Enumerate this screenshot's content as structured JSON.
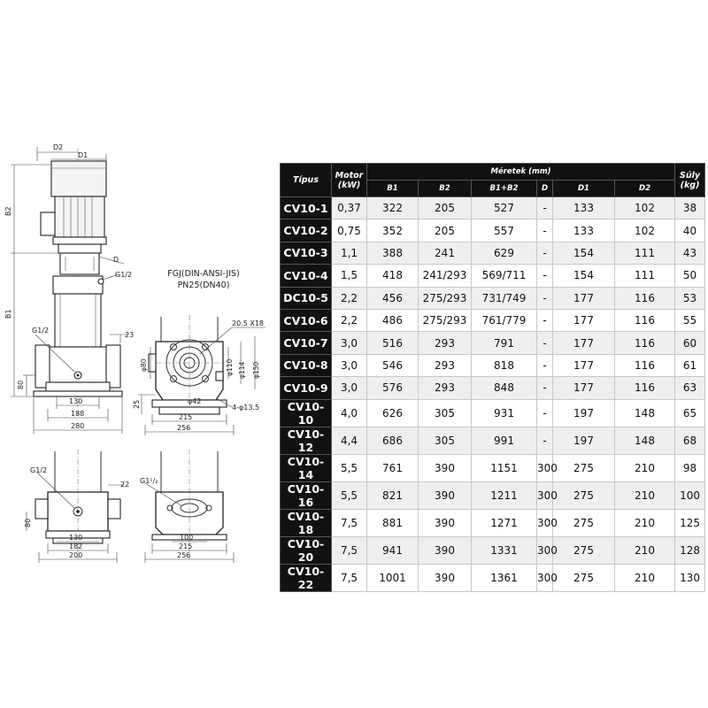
{
  "drawing": {
    "standard_line1": "FGJ(DIN-ANSI-JIS)",
    "standard_line2": "PN25(DN40)",
    "labels": {
      "d2": "D2",
      "d1": "D1",
      "b2": "B2",
      "b1": "B1",
      "d": "D",
      "g12_top": "G1/2",
      "g12_left": "G1/2",
      "v80": "80",
      "h23": "23",
      "w130": "130",
      "w188": "188",
      "w280": "280",
      "bolt": "20.5 X18",
      "phi80": "φ80",
      "phi110": "φ110",
      "phi114": "φ114",
      "phi150": "φ150",
      "phi42": "φ42",
      "holes": "4-φ13.5",
      "v25": "25",
      "w215": "215",
      "w256": "256",
      "g12_bl": "G1/2",
      "h22": "22",
      "v80b": "80",
      "w130b": "130",
      "w182": "182",
      "w200": "200",
      "g114": "G1¹/₂",
      "w100": "100",
      "w215b": "215",
      "w256b": "256"
    }
  },
  "table": {
    "header": {
      "type": "Típus",
      "motor": "Motor",
      "motor_unit": "(kW)",
      "dimensions": "Méretek (mm)",
      "weight": "Súly",
      "weight_unit": "(kg)",
      "sub": [
        "B1",
        "B2",
        "B1+B2",
        "D",
        "D1",
        "D2"
      ]
    },
    "rows": [
      {
        "type": "CV10-1",
        "motor": "0,37",
        "b1": "322",
        "b2": "205",
        "b1b2": "527",
        "d": "-",
        "d1": "133",
        "d2": "102",
        "weight": "38"
      },
      {
        "type": "CV10-2",
        "motor": "0,75",
        "b1": "352",
        "b2": "205",
        "b1b2": "557",
        "d": "-",
        "d1": "133",
        "d2": "102",
        "weight": "40"
      },
      {
        "type": "CV10-3",
        "motor": "1,1",
        "b1": "388",
        "b2": "241",
        "b1b2": "629",
        "d": "-",
        "d1": "154",
        "d2": "111",
        "weight": "43"
      },
      {
        "type": "CV10-4",
        "motor": "1,5",
        "b1": "418",
        "b2": "241/293",
        "b1b2": "569/711",
        "d": "-",
        "d1": "154",
        "d2": "111",
        "weight": "50"
      },
      {
        "type": "DC10-5",
        "motor": "2,2",
        "b1": "456",
        "b2": "275/293",
        "b1b2": "731/749",
        "d": "-",
        "d1": "177",
        "d2": "116",
        "weight": "53"
      },
      {
        "type": "CV10-6",
        "motor": "2,2",
        "b1": "486",
        "b2": "275/293",
        "b1b2": "761/779",
        "d": "-",
        "d1": "177",
        "d2": "116",
        "weight": "55"
      },
      {
        "type": "CV10-7",
        "motor": "3,0",
        "b1": "516",
        "b2": "293",
        "b1b2": "791",
        "d": "-",
        "d1": "177",
        "d2": "116",
        "weight": "60"
      },
      {
        "type": "CV10-8",
        "motor": "3,0",
        "b1": "546",
        "b2": "293",
        "b1b2": "818",
        "d": "-",
        "d1": "177",
        "d2": "116",
        "weight": "61"
      },
      {
        "type": "CV10-9",
        "motor": "3,0",
        "b1": "576",
        "b2": "293",
        "b1b2": "848",
        "d": "-",
        "d1": "177",
        "d2": "116",
        "weight": "63"
      },
      {
        "type": "CV10-10",
        "motor": "4,0",
        "b1": "626",
        "b2": "305",
        "b1b2": "931",
        "d": "-",
        "d1": "197",
        "d2": "148",
        "weight": "65"
      },
      {
        "type": "CV10-12",
        "motor": "4,4",
        "b1": "686",
        "b2": "305",
        "b1b2": "991",
        "d": "-",
        "d1": "197",
        "d2": "148",
        "weight": "68"
      },
      {
        "type": "CV10-14",
        "motor": "5,5",
        "b1": "761",
        "b2": "390",
        "b1b2": "1151",
        "d": "300",
        "d1": "275",
        "d2": "210",
        "weight": "98"
      },
      {
        "type": "CV10-16",
        "motor": "5,5",
        "b1": "821",
        "b2": "390",
        "b1b2": "1211",
        "d": "300",
        "d1": "275",
        "d2": "210",
        "weight": "100"
      },
      {
        "type": "CV10-18",
        "motor": "7,5",
        "b1": "881",
        "b2": "390",
        "b1b2": "1271",
        "d": "300",
        "d1": "275",
        "d2": "210",
        "weight": "125"
      },
      {
        "type": "CV10-20",
        "motor": "7,5",
        "b1": "941",
        "b2": "390",
        "b1b2": "1331",
        "d": "300",
        "d1": "275",
        "d2": "210",
        "weight": "128"
      },
      {
        "type": "CV10-22",
        "motor": "7,5",
        "b1": "1001",
        "b2": "390",
        "b1b2": "1361",
        "d": "300",
        "d1": "275",
        "d2": "210",
        "weight": "130"
      }
    ]
  }
}
